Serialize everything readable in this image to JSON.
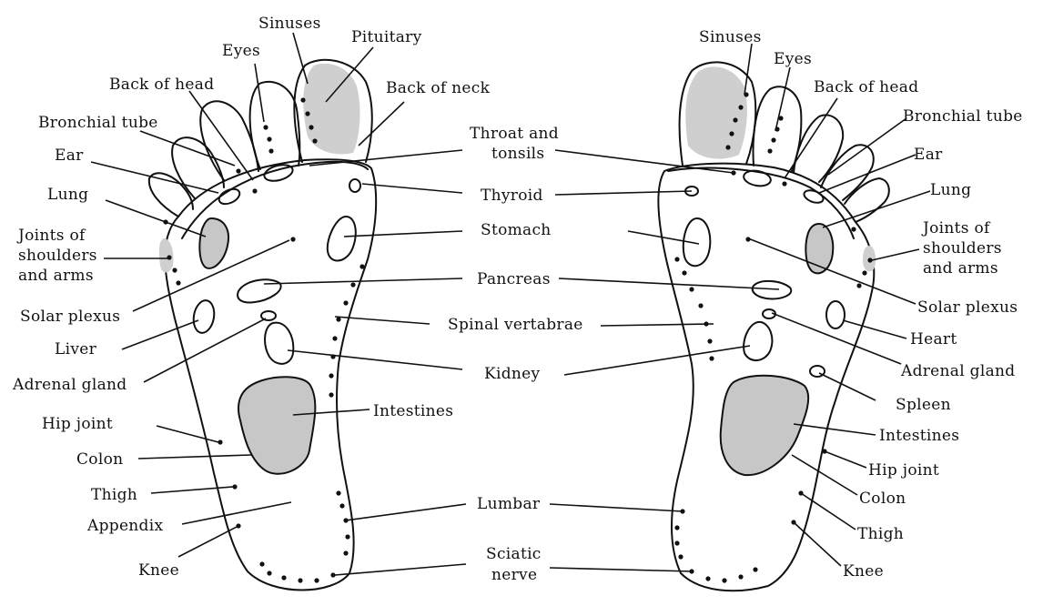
{
  "left_foot": {
    "sinuses": "Sinuses",
    "pituitary": "Pituitary",
    "eyes": "Eyes",
    "back_of_head": "Back of head",
    "back_of_neck": "Back of neck",
    "bronchial_tube": "Bronchial tube",
    "ear": "Ear",
    "lung": "Lung",
    "joints_line1": "Joints of",
    "joints_line2": "shoulders",
    "joints_line3": "and arms",
    "solar_plexus": "Solar plexus",
    "liver": "Liver",
    "adrenal_gland": "Adrenal gland",
    "hip_joint": "Hip joint",
    "colon": "Colon",
    "thigh": "Thigh",
    "appendix": "Appendix",
    "knee": "Knee"
  },
  "center": {
    "throat_line1": "Throat and",
    "throat_line2": "tonsils",
    "thyroid": "Thyroid",
    "stomach": "Stomach",
    "pancreas": "Pancreas",
    "spinal_vertabrae": "Spinal vertabrae",
    "kidney": "Kidney",
    "intestines": "Intestines",
    "lumbar": "Lumbar",
    "sciatic_line1": "Sciatic",
    "sciatic_line2": "nerve"
  },
  "right_foot": {
    "sinuses": "Sinuses",
    "eyes": "Eyes",
    "back_of_head": "Back of head",
    "bronchial_tube": "Bronchial tube",
    "ear": "Ear",
    "lung": "Lung",
    "joints_line1": "Joints of",
    "joints_line2": "shoulders",
    "joints_line3": "and arms",
    "solar_plexus": "Solar plexus",
    "heart": "Heart",
    "adrenal_gland": "Adrenal gland",
    "spleen": "Spleen",
    "intestines": "Intestines",
    "hip_joint": "Hip joint",
    "colon": "Colon",
    "thigh": "Thigh",
    "knee": "Knee"
  }
}
